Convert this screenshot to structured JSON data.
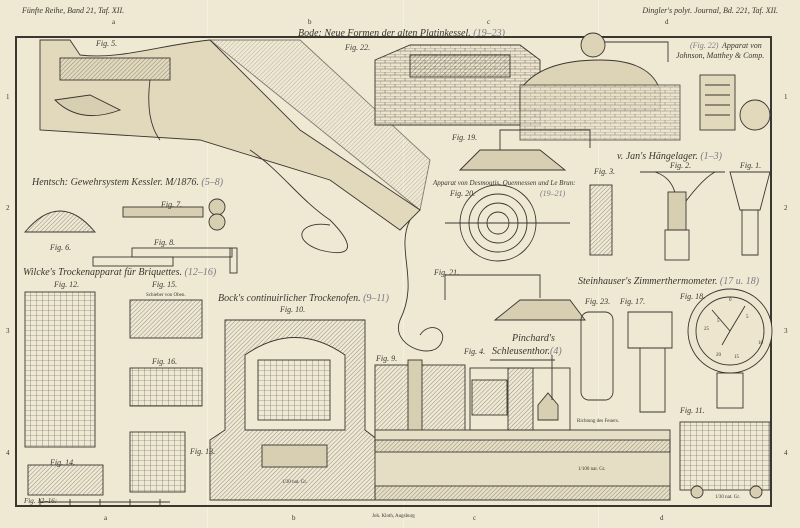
{
  "header": {
    "left": "Fünfte Reihe, Band 21, Taf. XII.",
    "right": "Dingler's polyt. Journal, Bd. 221, Taf. XII."
  },
  "grid": {
    "columns": [
      "a",
      "b",
      "c",
      "d"
    ],
    "rows": [
      "1",
      "2",
      "3",
      "4"
    ]
  },
  "titles": {
    "bode": "Bode: Neue Formen der alten Platinkessel.",
    "bode_range": "(19–23)",
    "johnson_fig": "(Fig. 22)",
    "johnson": "Apparat von",
    "johnson2": "Johnson, Matthey & Comp.",
    "hentsch": "Hentsch: Gewehrsystem Kessler. M/1876.",
    "hentsch_range": "(5–8)",
    "desmoutis": "Apparat von Desmoutis, Quennessen und Le Brun:",
    "desmoutis_range": "(19–21)",
    "jan": "v. Jan's Hängelager.",
    "jan_range": "(1–3)",
    "wilcke": "Wilcke's Trockenapparat für Briquettes.",
    "wilcke_range": "(12–16)",
    "bock": "Bock's continuirlicher Trockenofen.",
    "bock_range": "(9–11)",
    "steinhauser": "Steinhauser's Zimmerthermometer.",
    "steinhauser_range": "(17 u. 18)",
    "pinchard1": "Pinchard's",
    "pinchard2": "Schleusenthor.",
    "pinchard_range": "(4)"
  },
  "figs": {
    "f1": "Fig. 1.",
    "f2": "Fig. 2.",
    "f3": "Fig. 3.",
    "f4": "Fig. 4.",
    "f5": "Fig. 5.",
    "f6": "Fig. 6.",
    "f7": "Fig. 7.",
    "f8": "Fig. 8.",
    "f9": "Fig. 9.",
    "f10": "Fig. 10.",
    "f11": "Fig. 11.",
    "f12": "Fig. 12.",
    "f13": "Fig. 13.",
    "f14": "Fig. 14.",
    "f15": "Fig. 15.",
    "f16": "Fig. 16.",
    "f17": "Fig. 17.",
    "f18": "Fig. 18.",
    "f19": "Fig. 19.",
    "f20": "Fig. 20.",
    "f21": "Fig. 21.",
    "f22": "Fig. 22.",
    "f23": "Fig. 23.",
    "f1216": "Fig. 12–16:"
  },
  "notes": {
    "schieber": "Schieber von Oben.",
    "richtung": "Richtung des Feuers.",
    "scale10": "1/30 nat. Gr.",
    "scale9": "1/100 nat. Gr.",
    "scale11": "1/30 nat. Gr.",
    "printer": "Joh. Kloth, Augsburg"
  },
  "thermometer": {
    "dial_numbers": [
      "0",
      "5",
      "10",
      "15",
      "20",
      "25",
      "5"
    ]
  },
  "colors": {
    "paper": "#efe8d3",
    "ink": "#3a3630",
    "range_ink": "#7a7a86"
  }
}
